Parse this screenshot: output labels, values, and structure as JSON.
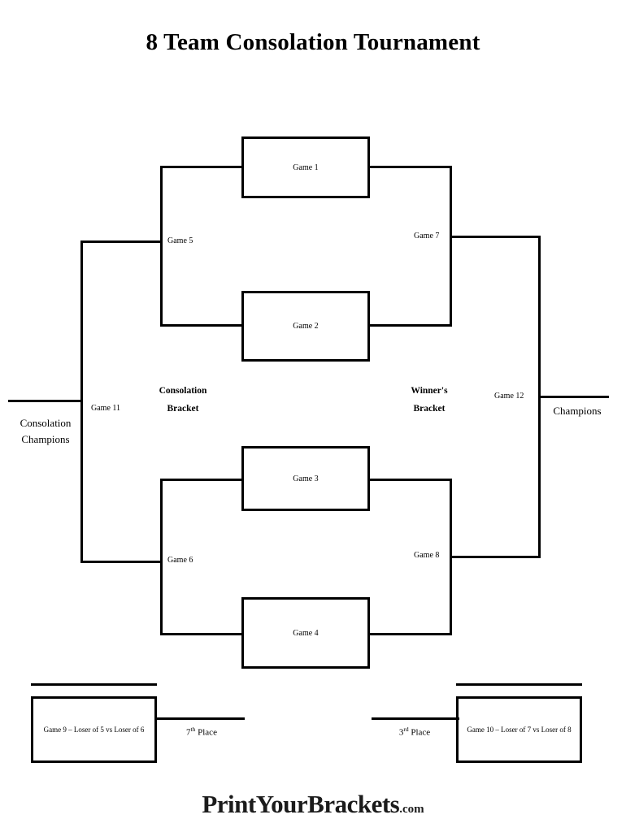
{
  "page": {
    "title": "8 Team Consolation Tournament"
  },
  "brackets": {
    "winners_label_line1": "Winner's",
    "winners_label_line2": "Bracket",
    "consolation_label_line1": "Consolation",
    "consolation_label_line2": "Bracket"
  },
  "games": {
    "game1": "Game 1",
    "game2": "Game 2",
    "game3": "Game 3",
    "game4": "Game 4",
    "game5": "Game 5",
    "game6": "Game 6",
    "game7": "Game 7",
    "game8": "Game 8",
    "game9": "Game 9 – Loser of 5 vs Loser of 6",
    "game10": "Game 10 – Loser of 7 vs Loser of 8",
    "game11": "Game 11",
    "game12": "Game 12"
  },
  "outcomes": {
    "champions": "Champions",
    "consolation_champions_line1": "Consolation",
    "consolation_champions_line2": "Champions",
    "seventh_place_num": "7",
    "seventh_place_sup": "th",
    "seventh_place_word": " Place",
    "third_place_num": "3",
    "third_place_sup": "rd",
    "third_place_word": " Place"
  },
  "footer": {
    "logo_main": "PrintYourBrackets",
    "logo_suffix": ".com"
  }
}
